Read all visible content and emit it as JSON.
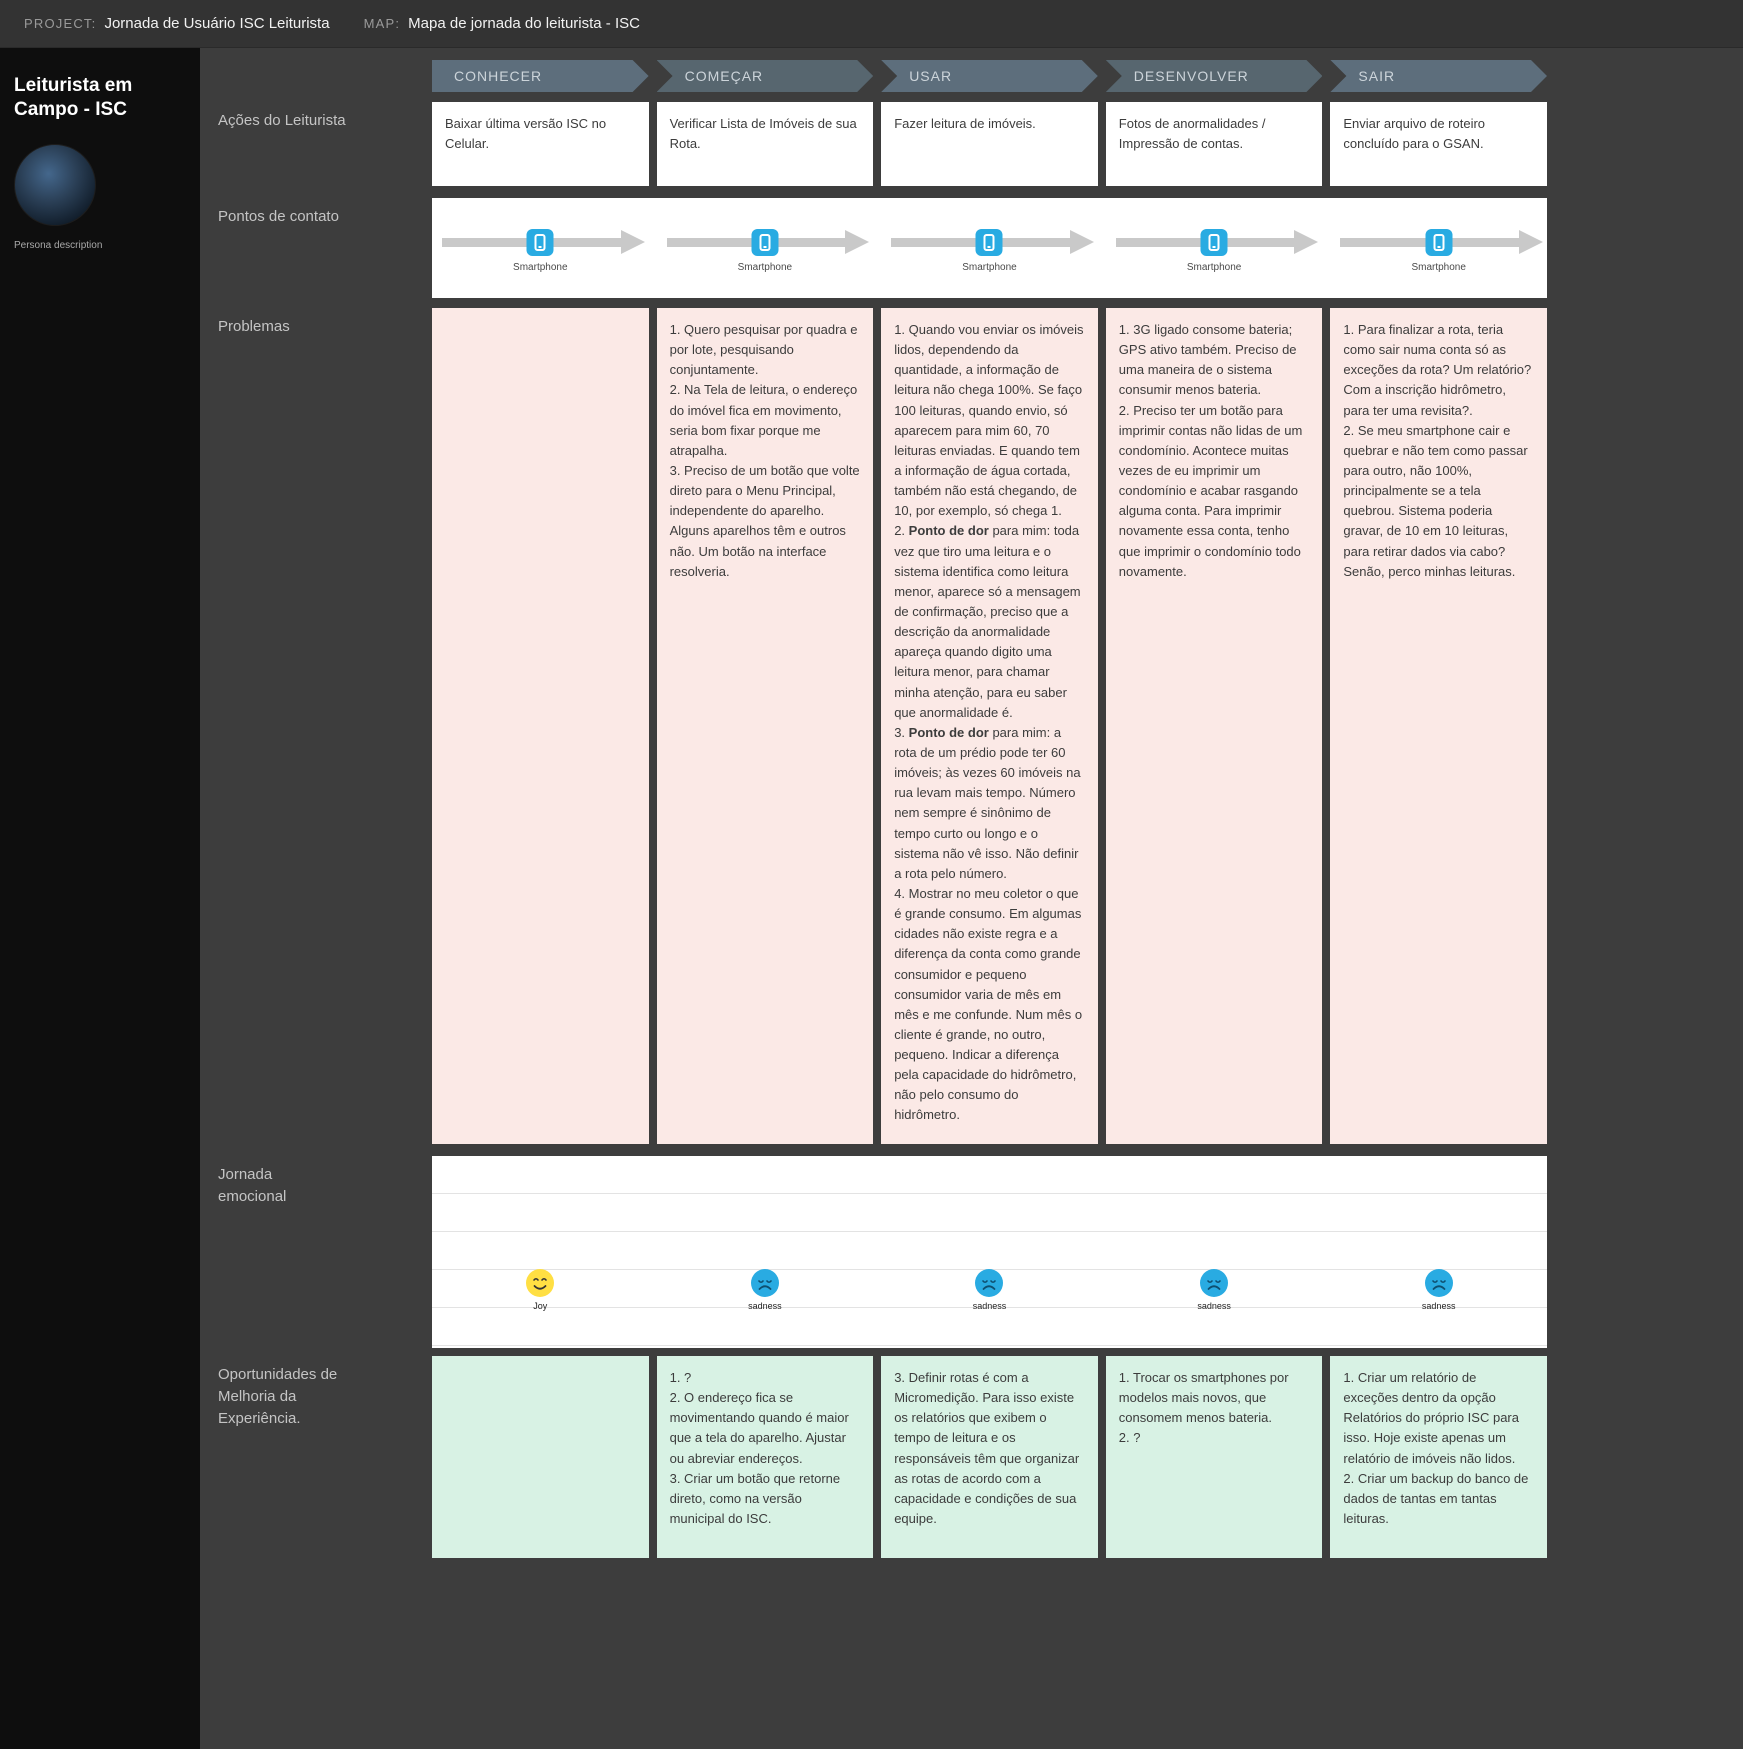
{
  "topbar": {
    "project_label": "PROJECT:",
    "project_value": "Jornada de Usuário ISC Leiturista",
    "map_label": "MAP:",
    "map_value": "Mapa de jornada do leiturista - ISC"
  },
  "persona": {
    "name": "Leiturista em Campo - ISC",
    "description_label": "Persona description"
  },
  "row_labels": {
    "actions": "Ações do Leiturista",
    "touchpoints": "Pontos de contato",
    "problems": "Problemas",
    "emotional": "Jornada emocional",
    "opportunities": "Oportunidades de Melhoria da Experiência."
  },
  "stages": [
    "CONHECER",
    "COMEÇAR",
    "USAR",
    "DESENVOLVER",
    "SAIR"
  ],
  "actions": [
    "Baixar última versão ISC no Celular.",
    "Verificar Lista de Imóveis de sua Rota.",
    "Fazer leitura de imóveis.",
    "Fotos de anormalidades / Impressão de contas.",
    "Enviar arquivo de roteiro concluído para o GSAN."
  ],
  "touchpoints": [
    "Smartphone",
    "Smartphone",
    "Smartphone",
    "Smartphone",
    "Smartphone"
  ],
  "problems": [
    "",
    "1. Quero pesquisar por quadra e por lote, pesquisando conjuntamente.\n2. Na Tela de leitura, o endereço do imóvel fica em movimento, seria bom fixar porque me atrapalha.\n3. Preciso de um botão que volte direto para o Menu Principal, independente do aparelho. Alguns aparelhos têm e outros não. Um botão na interface resolveria.",
    "1. Quando vou enviar os imóveis lidos, dependendo da quantidade, a informação de leitura não chega 100%. Se faço 100 leituras, quando envio, só aparecem para mim 60, 70 leituras enviadas. E quando tem a informação de água cortada, também não está chegando, de 10, por exemplo, só chega 1.\n2. **Ponto de dor** para mim: toda vez que tiro uma leitura e o sistema identifica como leitura menor, aparece só a mensagem de confirmação, preciso que a descrição da anormalidade apareça quando digito uma leitura menor, para chamar minha atenção, para eu saber que anormalidade é.\n3. **Ponto de dor** para mim: a rota de um prédio pode ter 60 imóveis; às vezes 60 imóveis na rua levam mais tempo. Número nem sempre é sinônimo de tempo curto ou longo e o sistema não vê isso. Não definir a rota pelo número.\n4. Mostrar no meu coletor o que é grande consumo. Em algumas cidades não existe regra e a diferença da conta como grande consumidor e pequeno consumidor varia de mês em mês e me confunde. Num mês o cliente é grande, no outro, pequeno. Indicar a diferença pela capacidade do hidrômetro, não pelo consumo do hidrômetro.",
    "1. 3G ligado consome bateria; GPS ativo também. Preciso de uma maneira de o sistema consumir menos bateria.\n2. Preciso ter um botão para imprimir contas não lidas de um condomínio. Acontece muitas vezes de eu imprimir um condomínio e acabar rasgando alguma conta. Para imprimir novamente essa conta, tenho que imprimir o condomínio todo novamente.",
    "1. Para finalizar a rota, teria como sair numa conta só as exceções da rota? Um relatório? Com a inscrição hidrômetro, para ter uma revisita?.\n2. Se meu smartphone cair e quebrar e não tem como passar para outro, não 100%, principalmente se a tela quebrou. Sistema poderia gravar, de 10 em 10 leituras, para retirar dados via cabo? Senão, perco minhas leituras."
  ],
  "emotions": [
    {
      "label": "Joy",
      "emotion": "joy"
    },
    {
      "label": "sadness",
      "emotion": "sadness"
    },
    {
      "label": "sadness",
      "emotion": "sadness"
    },
    {
      "label": "sadness",
      "emotion": "sadness"
    },
    {
      "label": "sadness",
      "emotion": "sadness"
    }
  ],
  "opportunities": [
    "",
    "1. ?\n2. O endereço fica se movimentando quando é maior que a tela do aparelho. Ajustar ou abreviar endereços.\n3. Criar um botão que retorne direto, como na versão municipal do ISC.",
    "3. Definir rotas é com a Micromedição. Para isso existe os relatórios que exibem o tempo de leitura e os responsáveis têm que organizar as rotas de acordo com a capacidade e condições de sua equipe.",
    "1. Trocar os smartphones por modelos mais novos, que consomem menos bateria.\n2. ?",
    "1. Criar um relatório de exceções dentro da opção Relatórios do próprio ISC para isso. Hoje existe apenas um relatório de imóveis não lidos.\n2. Criar um backup do banco de dados de tantas em tantas leituras."
  ],
  "colors": {
    "accent_blue": "#29abe2",
    "joy_yellow": "#ffdf43",
    "problems_card": "#fbe9e6",
    "opportunities_card": "#d8f2e4",
    "stage_header": "#5d6e7c"
  }
}
